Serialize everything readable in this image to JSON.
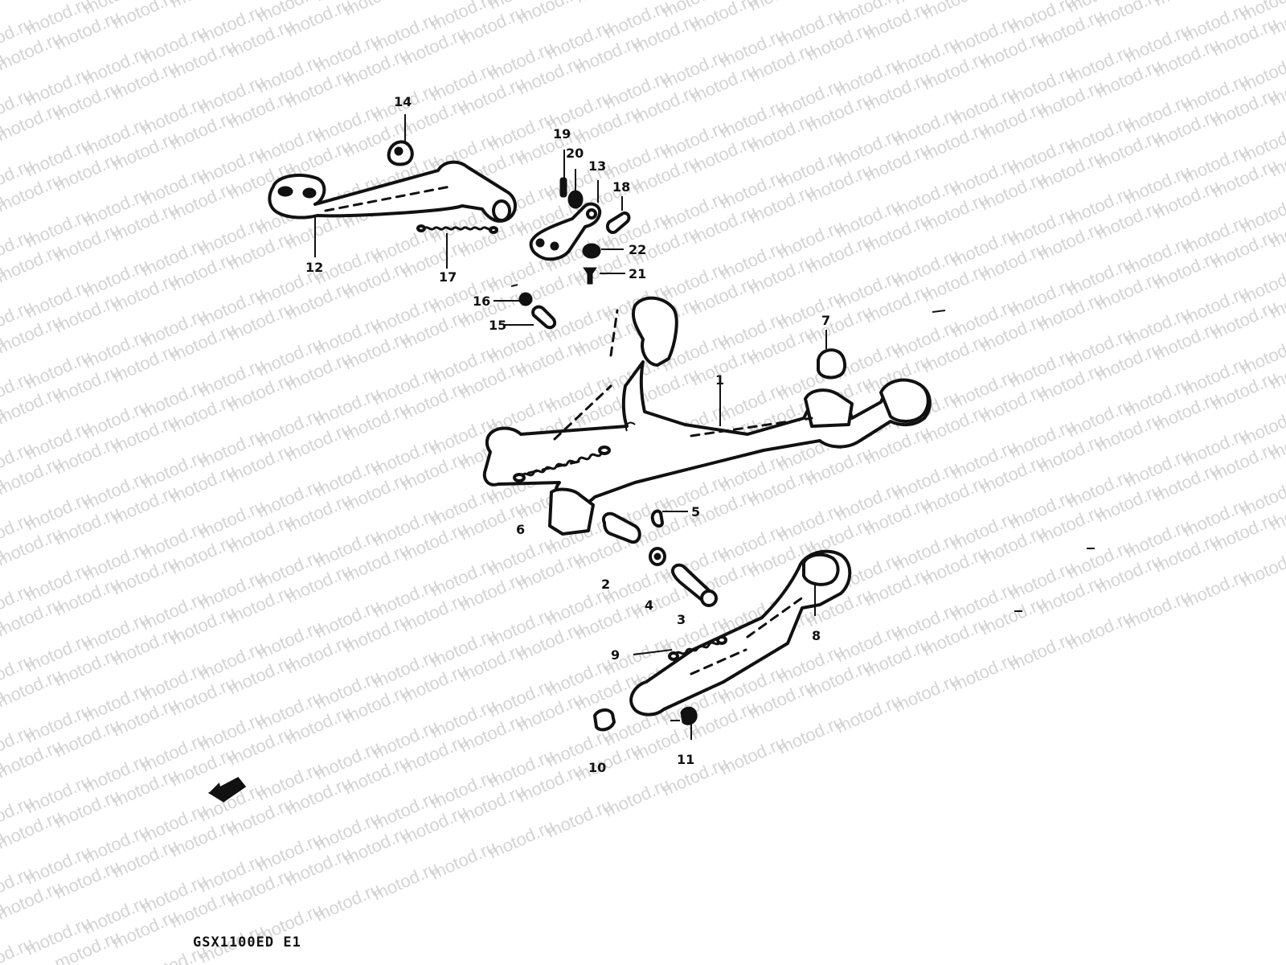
{
  "diagram": {
    "watermark": "motod.ru",
    "model_code": "GSX1100ED E1",
    "callouts": [
      {
        "key": "c1",
        "label": "1"
      },
      {
        "key": "c2",
        "label": "2"
      },
      {
        "key": "c3",
        "label": "3"
      },
      {
        "key": "c4",
        "label": "4"
      },
      {
        "key": "c5",
        "label": "5"
      },
      {
        "key": "c6",
        "label": "6"
      },
      {
        "key": "c7",
        "label": "7"
      },
      {
        "key": "c8",
        "label": "8"
      },
      {
        "key": "c9",
        "label": "9"
      },
      {
        "key": "c10",
        "label": "10"
      },
      {
        "key": "c11",
        "label": "11"
      },
      {
        "key": "c12",
        "label": "12"
      },
      {
        "key": "c13",
        "label": "13"
      },
      {
        "key": "c14",
        "label": "14"
      },
      {
        "key": "c15",
        "label": "15"
      },
      {
        "key": "c16",
        "label": "16"
      },
      {
        "key": "c17",
        "label": "17"
      },
      {
        "key": "c18",
        "label": "18"
      },
      {
        "key": "c19",
        "label": "19"
      },
      {
        "key": "c20",
        "label": "20"
      },
      {
        "key": "c21",
        "label": "21"
      },
      {
        "key": "c22",
        "label": "22"
      }
    ]
  }
}
